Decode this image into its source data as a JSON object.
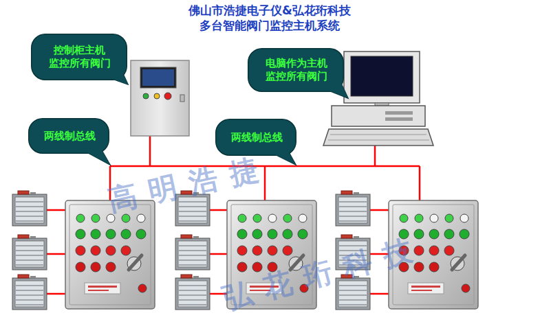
{
  "diagram": {
    "title": "佛山市浩捷电子仪&弘花珩科技 多台智能阀门监控主机系统",
    "nodes": [
      {
        "text": [
          "控制柜主机 监控所有阀门"
        ]
      },
      {
        "text": [
          "电脑作为主机 监控所有阀门"
        ]
      },
      {
        "text": [
          "两线制总线"
        ]
      },
      {
        "text": [
          "两线制总线"
        ]
      }
    ],
    "labels": [
      "高明浩捷",
      "弘花珩科技"
    ]
  }
}
